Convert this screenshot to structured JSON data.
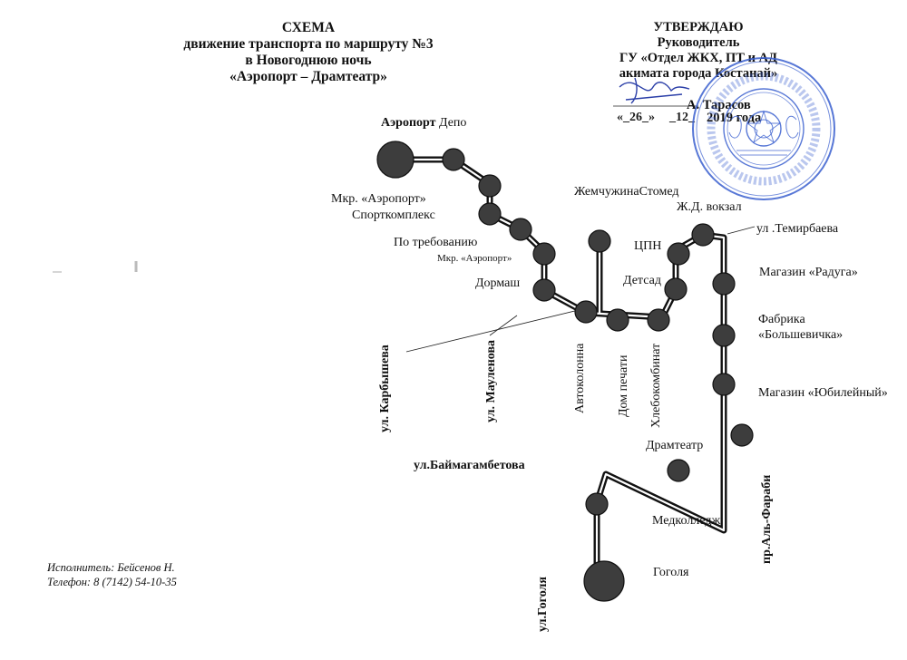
{
  "title": {
    "line1": "СХЕМА",
    "line2": "движение транспорта по маршруту №3",
    "line3": "в Новогоднюю ночь",
    "line4": "«Аэропорт – Драмтеатр»"
  },
  "approval": {
    "line1": "УТВЕРЖДАЮ",
    "line2": "Руководитель",
    "line3": "ГУ «Отдел ЖКХ, ПТ и АД",
    "line4": "акимата города Костанай»",
    "signer": "А. Тарасов",
    "date_day": "«_26_»",
    "date_month": "_12_",
    "date_year": "2019 года"
  },
  "stops": {
    "airport": "Аэропорт",
    "depot": "Депо",
    "mkr_airport": "Мкр. «Аэропорт»",
    "sport_complex": "Спорткомплекс",
    "on_request": "По требованию",
    "mkr_airport_small": "Мкр. «Аэропорт»",
    "dormash": "Дормаш",
    "zhemchuzhina": "ЖемчужинаСтомед",
    "zhd_vokzal": "Ж.Д. вокзал",
    "tspn": "ЦПН",
    "detsad": "Детсад",
    "temirbaeva": "ул .Темирбаева",
    "raduga": "Магазин «Радуга»",
    "factory1": "Фабрика",
    "factory2": "«Большевичка»",
    "yubileiny": "Магазин «Юбилейный»",
    "dramteatr": "Драмтеатр",
    "medkolledzh": "Медколледж",
    "gogolya": "Гоголя",
    "avtokolonna": "Автоколонна",
    "dom_pechati": "Дом печати",
    "khlebokombinat": "Хлебокомбинат"
  },
  "streets": {
    "karbysheva": "ул. Карбышева",
    "maulenova": "ул. Мауленова",
    "baimagambetova": "ул.Баймагамбетова",
    "gogolya": "ул.Гоголя",
    "al_farabi": "пр.Аль-Фараби"
  },
  "footer": {
    "executor": "Исполнитель: Бейсенов Н.",
    "phone": "Телефон: 8 (7142) 54-10-35"
  },
  "colors": {
    "stop_fill": "#3d3d3d",
    "line": "#111111",
    "stamp": "#3a5fcf",
    "signature": "#2b3fa8"
  },
  "icons": [
    "official-stamp",
    "signature"
  ]
}
